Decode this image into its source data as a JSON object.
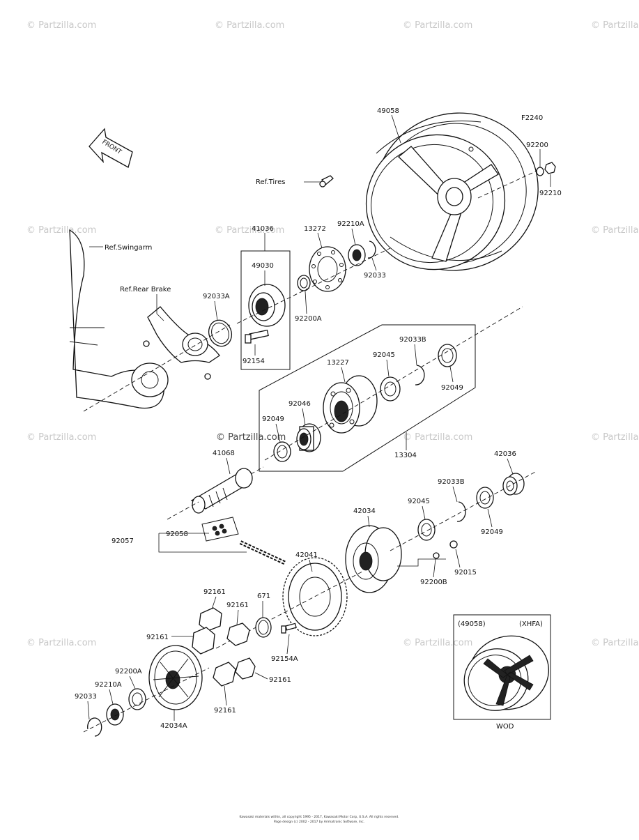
{
  "watermark": "© Partzilla.com",
  "diagram_code": "F2240",
  "front_arrow": "FRONT",
  "refs": {
    "tires": "Ref.Tires",
    "swingarm": "Ref.Swingarm",
    "rear_brake": "Ref.Rear Brake"
  },
  "labels": {
    "p49058": "49058",
    "p92200": "92200",
    "p92210": "92210",
    "p41036": "41036",
    "p13272": "13272",
    "p92210A": "92210A",
    "p49030": "49030",
    "p92033A": "92033A",
    "p92033": "92033",
    "p92200A": "92200A",
    "p92154": "92154",
    "p92033B": "92033B",
    "p13227": "13227",
    "p92045": "92045",
    "p92049": "92049",
    "p92046": "92046",
    "p92049b": "92049",
    "p13304": "13304",
    "p41068": "41068",
    "p42036": "42036",
    "p92033Bb": "92033B",
    "p42034": "42034",
    "p92045b": "92045",
    "p92049c": "92049",
    "p92057": "92057",
    "p92058": "92058",
    "p42041": "42041",
    "p92015": "92015",
    "p92200B": "92200B",
    "p92161a": "92161",
    "p92161b": "92161",
    "p671": "671",
    "p92161c": "92161",
    "p92154A": "92154A",
    "p92200Ab": "92200A",
    "p92210Ab": "92210A",
    "p92161d": "92161",
    "p92161e": "92161",
    "p92033b": "92033",
    "p42034A": "42034A"
  },
  "inset": {
    "part": "(49058)",
    "variant": "(XHFA)",
    "note": "WOD"
  },
  "copyright_line1": "Kawasaki materials within, all copyright 1995 - 2017, Kawasaki Motor Corp, U.S.A. All rights reserved.",
  "copyright_line2": "Page design (c) 2002 - 2017 by Arimatronic Software, Inc."
}
